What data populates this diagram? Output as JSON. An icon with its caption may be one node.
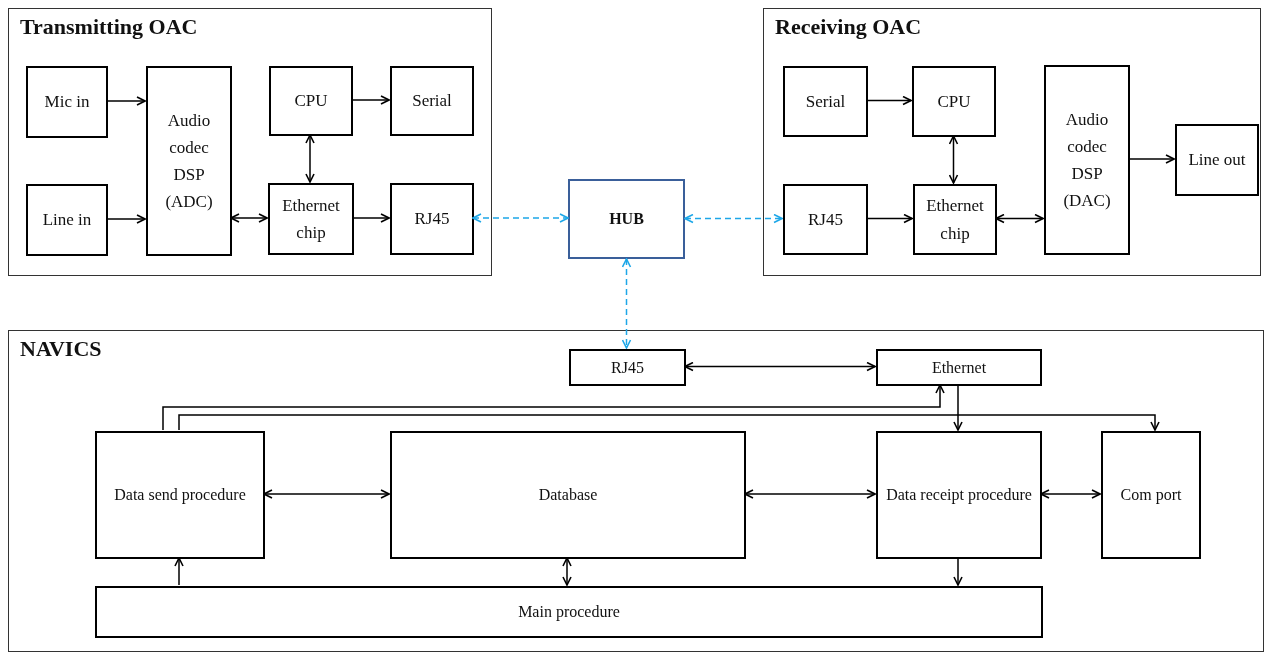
{
  "diagram": {
    "nodes": [
      {
        "text": [
          "Transmitting OAC"
        ]
      },
      {
        "text": [
          "Mic in"
        ],
        "in": 0
      },
      {
        "text": [
          "Line in"
        ],
        "in": 0
      },
      {
        "text": [
          "Audio codec DSP (ADC)"
        ],
        "in": 0
      },
      {
        "text": [
          "CPU"
        ],
        "in": 0
      },
      {
        "text": [
          "Serial"
        ],
        "in": 0
      },
      {
        "text": [
          "Ethernet chip"
        ],
        "in": 0
      },
      {
        "text": [
          "RJ45"
        ],
        "in": 0
      },
      {
        "text": [
          "HUB"
        ]
      },
      {
        "text": [
          "Receiving OAC"
        ]
      },
      {
        "text": [
          "Serial"
        ],
        "in": 9
      },
      {
        "text": [
          "CPU"
        ],
        "in": 9
      },
      {
        "text": [
          "Audio codec DSP (DAC)"
        ],
        "in": 9
      },
      {
        "text": [
          "Line out"
        ],
        "in": 9
      },
      {
        "text": [
          "RJ45"
        ],
        "in": 9
      },
      {
        "text": [
          "Ethernet chip"
        ],
        "in": 9
      },
      {
        "text": [
          "NAVICS"
        ]
      },
      {
        "text": [
          "RJ45"
        ],
        "in": 16
      },
      {
        "text": [
          "Ethernet"
        ],
        "in": 16
      },
      {
        "text": [
          "Data send procedure"
        ],
        "in": 16
      },
      {
        "text": [
          "Database"
        ],
        "in": 16
      },
      {
        "text": [
          "Data receipt procedure"
        ],
        "in": 16
      },
      {
        "text": [
          "Com port"
        ],
        "in": 16
      },
      {
        "text": [
          "Main procedure"
        ],
        "in": 16
      }
    ],
    "edges": [
      {
        "from": 1,
        "to": 3,
        "arrow": "to"
      },
      {
        "from": 2,
        "to": 3,
        "arrow": "to"
      },
      {
        "from": 3,
        "to": 6,
        "arrow": "both"
      },
      {
        "from": 4,
        "to": 6,
        "arrow": "both"
      },
      {
        "from": 4,
        "to": 5,
        "arrow": "to"
      },
      {
        "from": 6,
        "to": 7,
        "arrow": "to"
      },
      {
        "from": 7,
        "to": 8,
        "arrow": "both",
        "style": "dashed",
        "color": "#1ea7e8"
      },
      {
        "from": 8,
        "to": 14,
        "arrow": "both",
        "style": "dashed",
        "color": "#1ea7e8"
      },
      {
        "from": 8,
        "to": 17,
        "arrow": "both",
        "style": "dashed",
        "color": "#1ea7e8"
      },
      {
        "from": 10,
        "to": 11,
        "arrow": "to"
      },
      {
        "from": 11,
        "to": 15,
        "arrow": "both"
      },
      {
        "from": 14,
        "to": 15,
        "arrow": "to"
      },
      {
        "from": 15,
        "to": 12,
        "arrow": "both"
      },
      {
        "from": 12,
        "to": 13,
        "arrow": "to"
      },
      {
        "from": 17,
        "to": 18,
        "arrow": "both"
      },
      {
        "from": 19,
        "to": 18,
        "arrow": "to"
      },
      {
        "from": 19,
        "to": 22,
        "arrow": "to"
      },
      {
        "from": 18,
        "to": 21,
        "arrow": "to"
      },
      {
        "from": 19,
        "to": 20,
        "arrow": "both"
      },
      {
        "from": 20,
        "to": 21,
        "arrow": "both"
      },
      {
        "from": 21,
        "to": 22,
        "arrow": "both"
      },
      {
        "from": 23,
        "to": 19,
        "arrow": "to"
      },
      {
        "from": 20,
        "to": 23,
        "arrow": "both"
      },
      {
        "from": 21,
        "to": 23,
        "arrow": "to"
      }
    ]
  }
}
